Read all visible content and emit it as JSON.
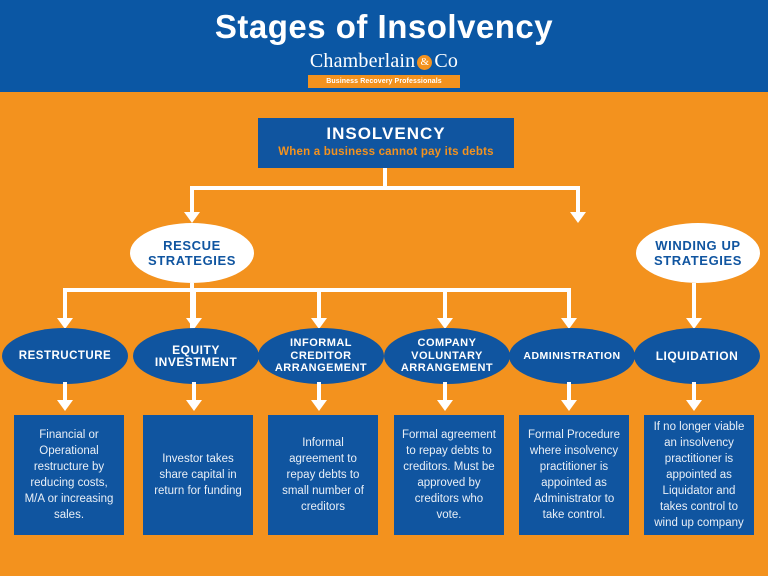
{
  "header": {
    "title": "Stages of Insolvency",
    "logo": {
      "name_left": "Chamberlain",
      "ampersand": "&",
      "name_right": "Co",
      "tagline": "Business Recovery Professionals"
    }
  },
  "colors": {
    "header_blue": "#0B57A4",
    "node_blue": "#1055A0",
    "background_orange": "#F3921E",
    "white": "#FFFFFF",
    "desc_text": "#E9EFF6"
  },
  "root": {
    "title": "INSOLVENCY",
    "subtitle": "When a business cannot pay its debts"
  },
  "branches": [
    {
      "label": "RESCUE\nSTRATEGIES",
      "label_line1": "RESCUE",
      "label_line2": "STRATEGIES"
    },
    {
      "label": "WINDING UP\nSTRATEGIES",
      "label_line1": "WINDING UP",
      "label_line2": "STRATEGIES"
    }
  ],
  "nodes": [
    {
      "title_lines": [
        "RESTRUCTURE"
      ],
      "title": "RESTRUCTURE",
      "description": "Financial or Operational restructure by reducing costs, M/A or increasing sales."
    },
    {
      "title_lines": [
        "EQUITY",
        "INVESTMENT"
      ],
      "title": "EQUITY INVESTMENT",
      "description": "Investor takes share capital in return for funding"
    },
    {
      "title_lines": [
        "INFORMAL",
        "CREDITOR",
        "ARRANGEMENT"
      ],
      "title": "INFORMAL CREDITOR ARRANGEMENT",
      "description": "Informal agreement to repay debts to small number of creditors"
    },
    {
      "title_lines": [
        "COMPANY",
        "VOLUNTARY",
        "ARRANGEMENT"
      ],
      "title": "COMPANY VOLUNTARY ARRANGEMENT",
      "description": "Formal agreement to repay debts to creditors. Must be approved by creditors who vote."
    },
    {
      "title_lines": [
        "ADMINISTRATION"
      ],
      "title": "ADMINISTRATION",
      "description": "Formal Procedure where insolvency practitioner is appointed as Administrator to take control."
    },
    {
      "title_lines": [
        "LIQUIDATION"
      ],
      "title": "LIQUIDATION",
      "description": "If no longer viable an insolvency practitioner is appointed as Liquidator and takes control to wind up company"
    }
  ]
}
